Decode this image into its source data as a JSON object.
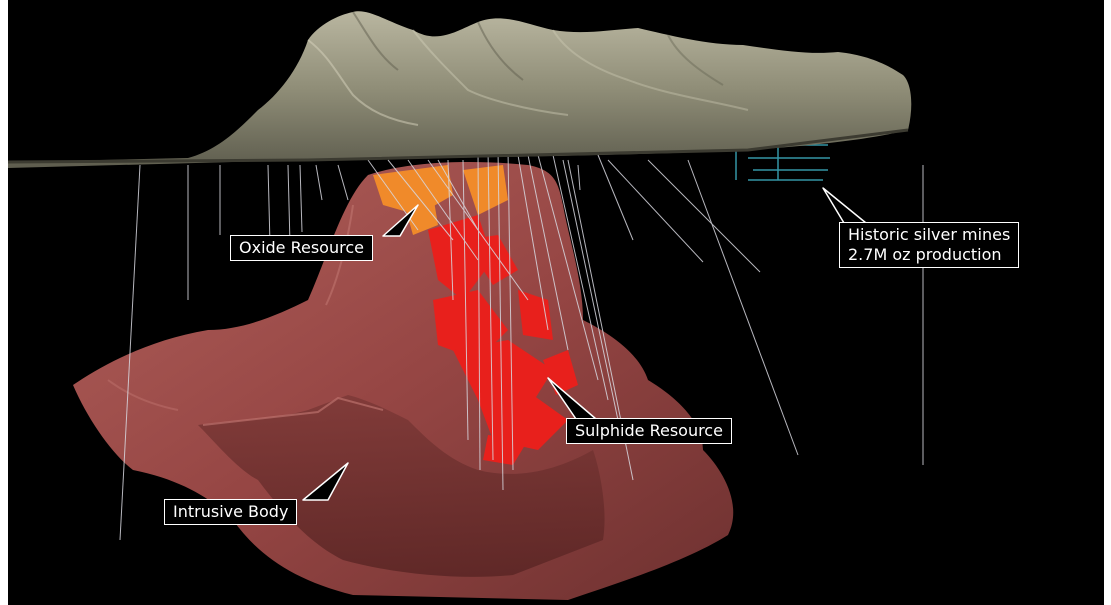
{
  "callouts": {
    "oxide": "Oxide Resource",
    "historic_line1": "Historic silver mines",
    "historic_line2": "2.7M oz production",
    "sulphide": "Sulphide Resource",
    "intrusive": "Intrusive Body"
  },
  "colors": {
    "background": "#000000",
    "intrusive_body": "#9a4b48",
    "oxide_resource": "#f08a2a",
    "sulphide_resource": "#e8201c",
    "terrain": "#8e8d74",
    "drill_holes": "#d8d8e0",
    "historic_workings": "#3aa7b8"
  }
}
